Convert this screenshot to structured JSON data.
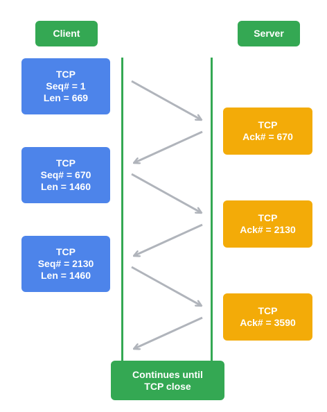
{
  "client_label": "Client",
  "server_label": "Server",
  "client_segments": [
    {
      "line1": "TCP",
      "line2": "Seq# = 1",
      "line3": "Len = 669"
    },
    {
      "line1": "TCP",
      "line2": "Seq# = 670",
      "line3": "Len = 1460"
    },
    {
      "line1": "TCP",
      "line2": "Seq# = 2130",
      "line3": "Len = 1460"
    }
  ],
  "server_acks": [
    {
      "line1": "TCP",
      "line2": "Ack# = 670"
    },
    {
      "line1": "TCP",
      "line2": "Ack# = 2130"
    },
    {
      "line1": "TCP",
      "line2": "Ack# = 3590"
    }
  ],
  "footer": {
    "line1": "Continues until",
    "line2": "TCP close"
  },
  "colors": {
    "green": "#34a853",
    "blue": "#4d84ea",
    "orange": "#f3ab08",
    "arrow": "#b0b4bb"
  }
}
